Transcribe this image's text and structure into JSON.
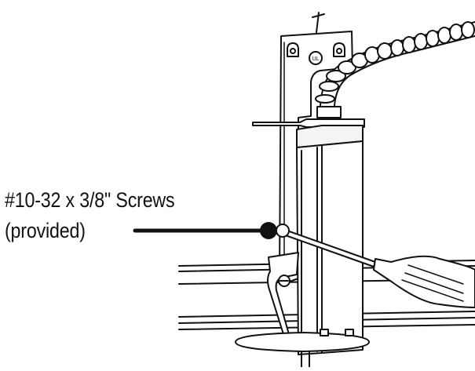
{
  "figure": {
    "callout": {
      "line1": "#10-32 x 3/8\" Screws",
      "line2": "(provided)"
    },
    "ul_mark": "UL",
    "colors": {
      "ink": "#111111",
      "paper": "#ffffff",
      "fill_light": "#f4f4f4"
    }
  }
}
